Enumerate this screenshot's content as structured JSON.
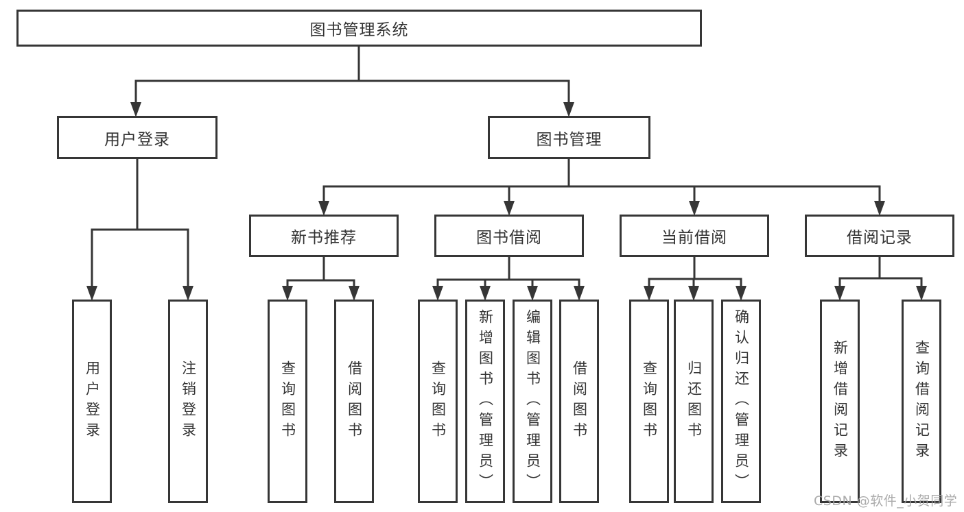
{
  "diagram": {
    "root": {
      "label": "图书管理系统"
    },
    "branches": [
      {
        "label": "用户登录",
        "children": [
          {
            "label": "用户登录"
          },
          {
            "label": "注销登录"
          }
        ]
      },
      {
        "label": "图书管理",
        "sections": [
          {
            "label": "新书推荐",
            "children": [
              {
                "label": "查询图书"
              },
              {
                "label": "借阅图书"
              }
            ]
          },
          {
            "label": "图书借阅",
            "children": [
              {
                "label": "查询图书"
              },
              {
                "label": "新增图书（管理员）"
              },
              {
                "label": "编辑图书（管理员）"
              },
              {
                "label": "借阅图书"
              }
            ]
          },
          {
            "label": "当前借阅",
            "children": [
              {
                "label": "查询图书"
              },
              {
                "label": "归还图书"
              },
              {
                "label": "确认归还（管理员）"
              }
            ]
          },
          {
            "label": "借阅记录",
            "children": [
              {
                "label": "新增借阅记录"
              },
              {
                "label": "查询借阅记录"
              }
            ]
          }
        ]
      }
    ]
  },
  "watermark": {
    "text": "CSDN @软件_小贺同学"
  },
  "colors": {
    "line": "#363636",
    "text": "#333333",
    "watermark": "#a3a3a3",
    "background": "#ffffff"
  }
}
